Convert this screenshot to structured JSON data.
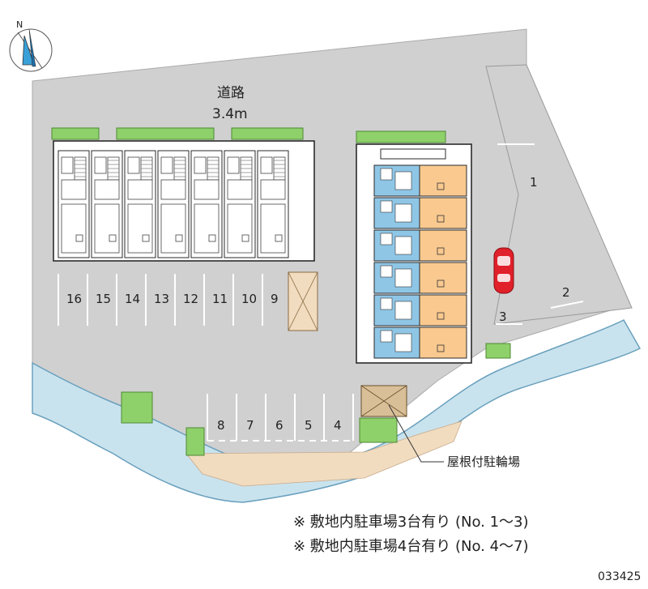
{
  "compass": {
    "north_label": "N",
    "icon": "compass-north-arrow-icon"
  },
  "road": {
    "name": "道路",
    "width": "3.4m"
  },
  "parking": {
    "row_top_labels": [
      "16",
      "15",
      "14",
      "13",
      "12",
      "11",
      "10",
      "9"
    ],
    "row_bottom_labels": [
      "8",
      "7",
      "6",
      "5",
      "4"
    ],
    "right_labels": [
      "1",
      "2",
      "3"
    ]
  },
  "bicycle_parking": {
    "label": "屋根付駐輪場"
  },
  "notes": [
    "※ 敷地内駐車場3台有り (No. 1～3)",
    "※ 敷地内駐車場4台有り (No. 4～7)"
  ],
  "property_code": "033425",
  "colors": {
    "paving": "#d0d0d0",
    "water": "#c9e3ee",
    "grass": "#8ed06a",
    "building_outline": "#2b2b2b",
    "room_blue": "#8fc6e6",
    "room_orange": "#f9c98f",
    "car": "#e0202a",
    "sand": "#f1dcc0"
  }
}
